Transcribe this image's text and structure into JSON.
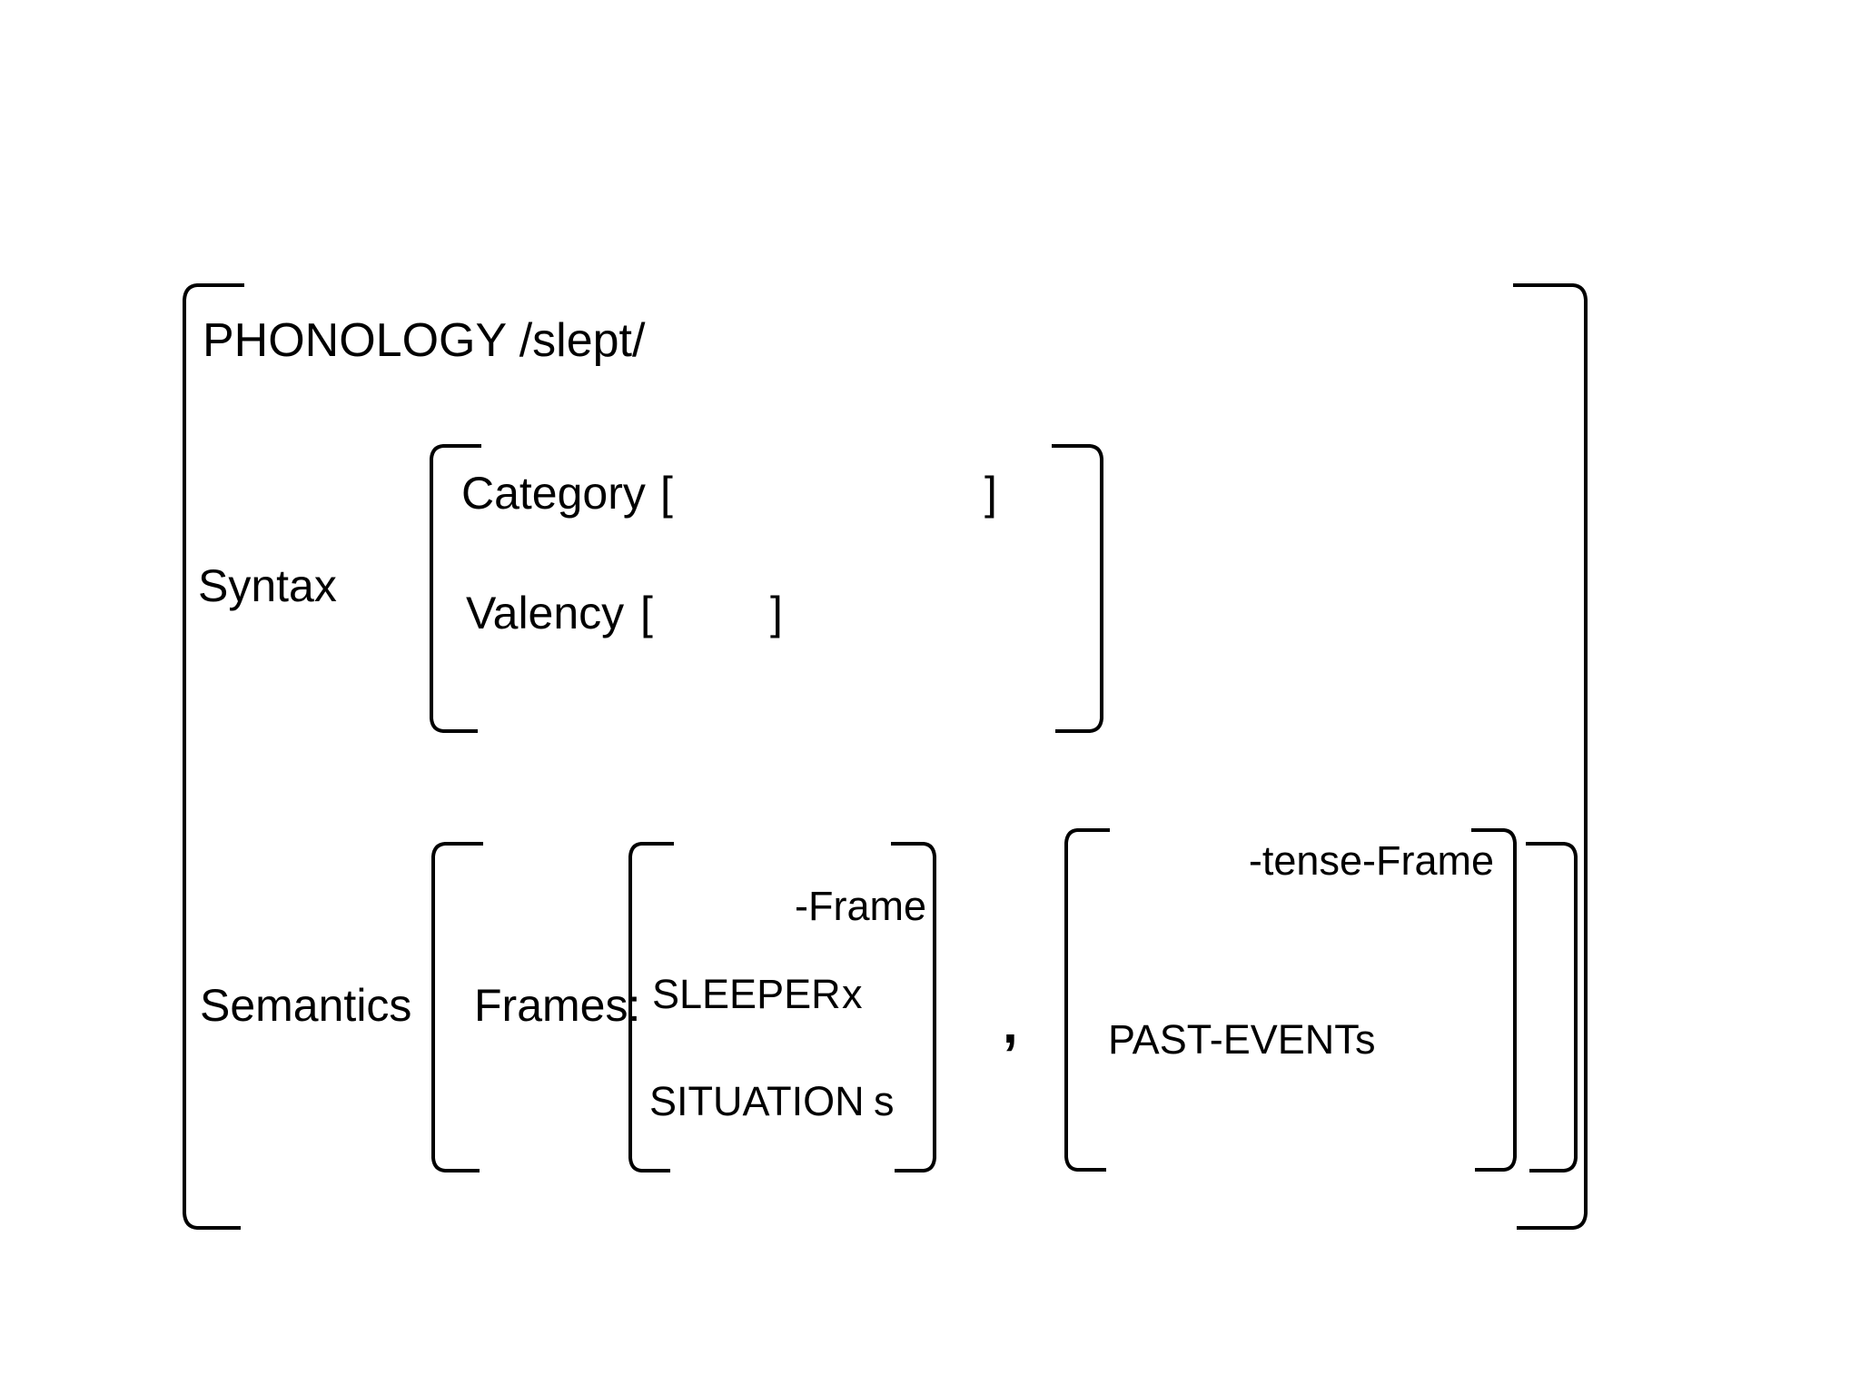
{
  "diagram": {
    "type": "attribute-value-matrix",
    "title_text": "",
    "outer": {
      "phonology": {
        "attribute": "PHONOLOGY",
        "value": "/slept/",
        "full_text": "PHONOLOGY /slept/"
      },
      "syntax": {
        "attribute": "Syntax",
        "features": [
          {
            "attribute": "Category",
            "open_bracket": "[",
            "value": "",
            "close_bracket": "]"
          },
          {
            "attribute": "Valency",
            "open_bracket": "[",
            "value": "",
            "close_bracket": "]"
          }
        ]
      },
      "semantics": {
        "attribute": "Semantics",
        "frames_label": "Frames:",
        "separator": ",",
        "frames": [
          {
            "type_label": "-Frame",
            "roles": [
              {
                "name": "SLEEPER",
                "value": "x"
              },
              {
                "name": "SITUATION",
                "value": "s"
              }
            ]
          },
          {
            "type_label": "-tense-Frame",
            "roles": [
              {
                "name": "PAST-EVENT",
                "value": "s"
              }
            ]
          }
        ]
      }
    },
    "colors": {
      "stroke": "#000000",
      "text": "#000000",
      "background": "#ffffff"
    }
  }
}
